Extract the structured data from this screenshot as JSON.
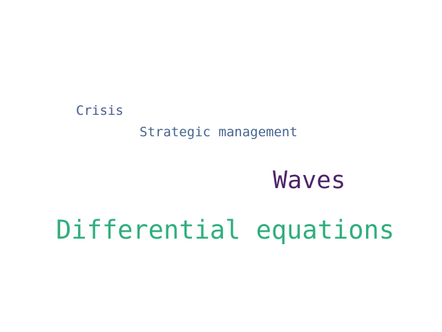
{
  "word_cloud": {
    "words": [
      {
        "text": "Crisis",
        "color": "#4a5b8f"
      },
      {
        "text": "Strategic management",
        "color": "#46658f"
      },
      {
        "text": "Waves",
        "color": "#4d2468"
      },
      {
        "text": "Differential equations",
        "color": "#2fae7d"
      }
    ]
  }
}
